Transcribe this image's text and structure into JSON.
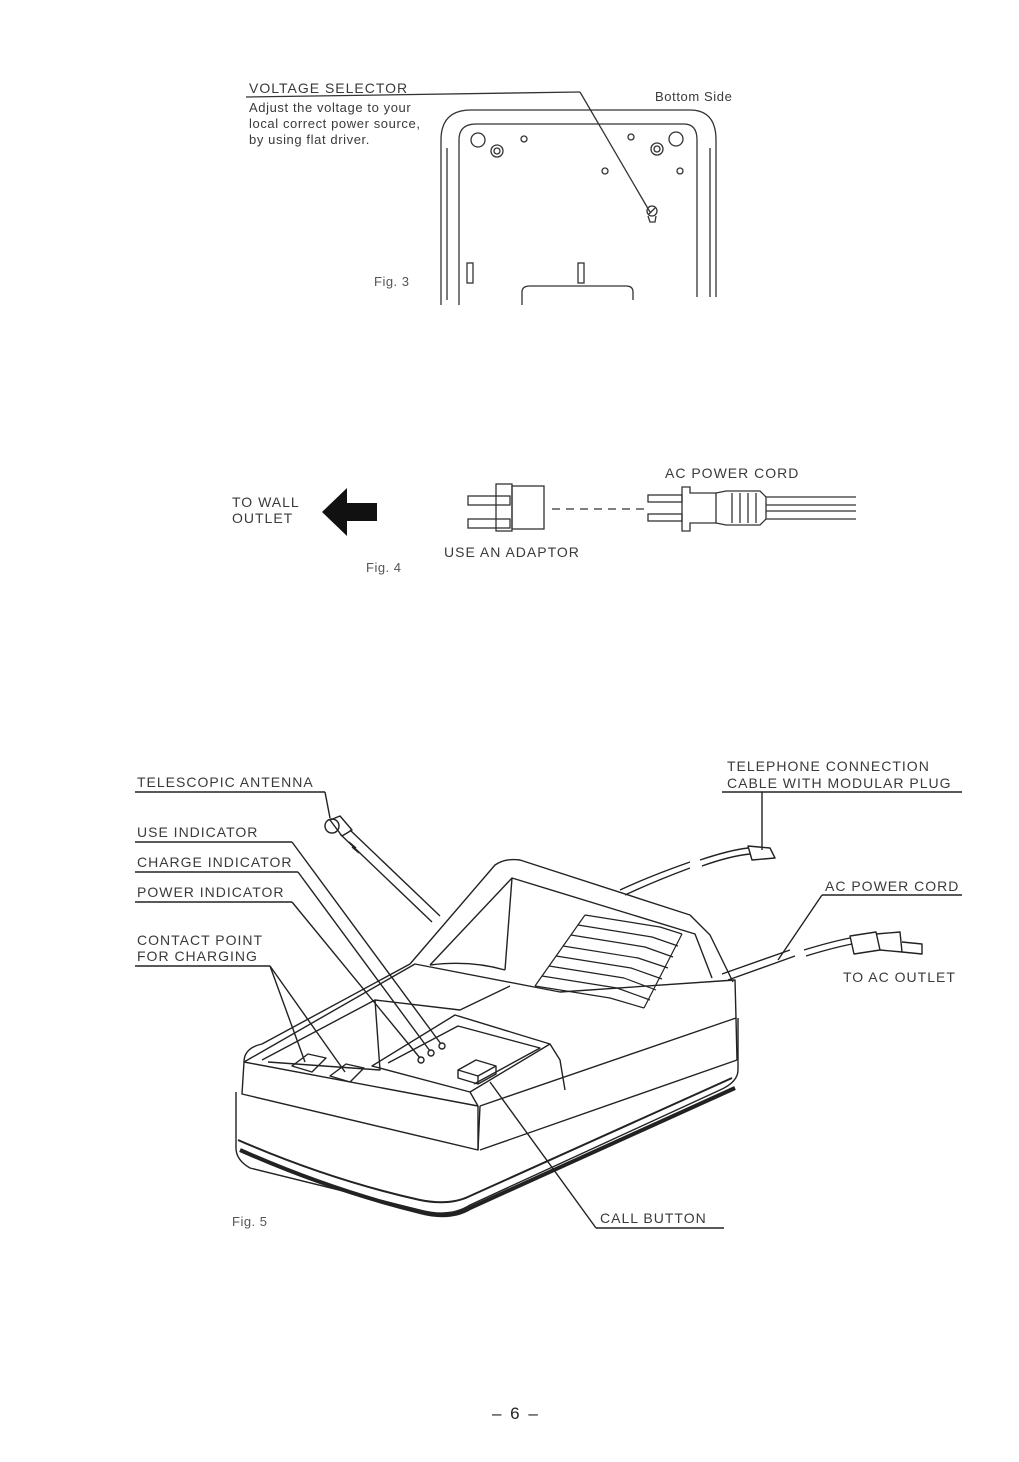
{
  "fig3": {
    "voltage_selector": "VOLTAGE SELECTOR",
    "instruction_lines": [
      "Adjust the voltage to your",
      "local correct power source,",
      "by using flat driver."
    ],
    "bottom_side": "Bottom Side",
    "caption": "Fig. 3"
  },
  "fig4": {
    "to_wall_outlet": [
      "TO WALL",
      "OUTLET"
    ],
    "ac_power_cord": "AC POWER CORD",
    "use_adaptor": "USE AN ADAPTOR",
    "caption": "Fig. 4"
  },
  "fig5": {
    "telescopic_antenna": "TELESCOPIC ANTENNA",
    "use_indicator": "USE INDICATOR",
    "charge_indicator": "CHARGE INDICATOR",
    "power_indicator": "POWER INDICATOR",
    "contact_point": [
      "CONTACT POINT",
      "FOR CHARGING"
    ],
    "telephone_cable": [
      "TELEPHONE CONNECTION",
      "CABLE WITH MODULAR PLUG"
    ],
    "ac_power_cord": "AC POWER CORD",
    "to_ac_outlet": "TO AC OUTLET",
    "call_button": "CALL BUTTON",
    "caption": "Fig. 5"
  },
  "page_number": "– 6 –"
}
